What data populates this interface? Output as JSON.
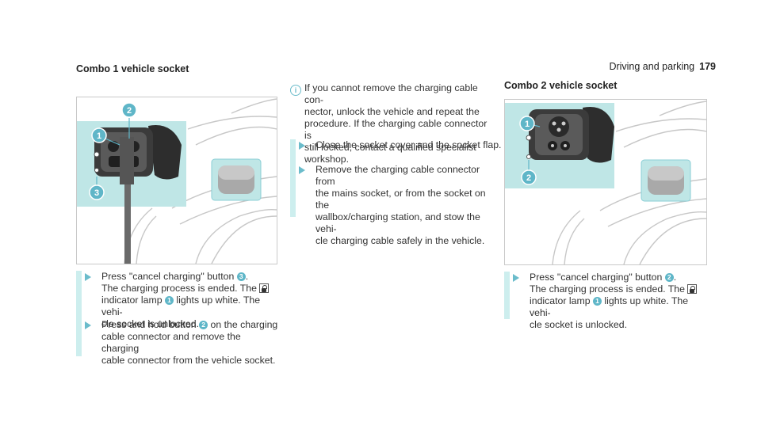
{
  "header": {
    "section": "Driving and parking",
    "page_number": "179"
  },
  "left": {
    "title": "Combo 1 vehicle socket",
    "callouts": [
      "2",
      "1",
      "3"
    ],
    "steps": [
      {
        "line1_pre": "Press \"cancel charging\" button ",
        "line1_num": "3",
        "line1_post": ".",
        "line2": "The charging process is ended. The",
        "line3_pre": "indicator lamp ",
        "line3_num": "1",
        "line3_post": " lights up white. The vehi-",
        "line4": "cle socket is unlocked."
      },
      {
        "line1_pre": "Press and hold button ",
        "line1_num": "2",
        "line1_post": " on the charging",
        "line2": "cable connector and remove the charging",
        "line3": "cable connector from the vehicle socket."
      }
    ]
  },
  "middle": {
    "note": {
      "icon": "info-icon",
      "lines": [
        "If you cannot remove the charging cable con-",
        "nector, unlock the vehicle and repeat the",
        "procedure. If the charging cable connector is",
        "still locked, contact a qualified specialist",
        "workshop."
      ]
    },
    "steps": [
      {
        "lines": [
          "Close the socket cover and the socket flap."
        ]
      },
      {
        "lines": [
          "Remove the charging cable connector from",
          "the mains socket, or from the socket on the",
          "wallbox/charging station, and stow the vehi-",
          "cle charging cable safely in the vehicle."
        ]
      }
    ]
  },
  "right": {
    "title": "Combo 2 vehicle socket",
    "callouts": [
      "1",
      "2"
    ],
    "step": {
      "line1_pre": "Press \"cancel charging\" button ",
      "line1_num": "2",
      "line1_post": ".",
      "line2": "The charging process is ended. The",
      "line3_pre": "indicator lamp ",
      "line3_num": "1",
      "line3_post": " lights up white. The vehi-",
      "line4": "cle socket is unlocked."
    }
  },
  "colors": {
    "accent": "#5fb6c8",
    "highlight": "#bfe6e6",
    "bar": "#cdeeee"
  }
}
